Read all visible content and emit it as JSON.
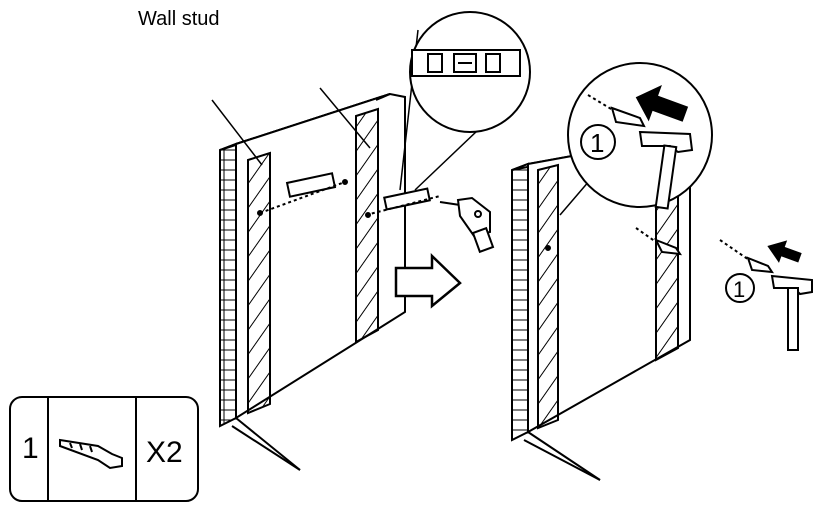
{
  "labels": {
    "wall_stud": "Wall stud"
  },
  "parts": {
    "item_number": "1",
    "quantity": "X2",
    "part_icon": "wall-anchor-icon"
  },
  "steps": {
    "callout_number": "1",
    "side_number": "1"
  },
  "icons": [
    "power-drill-icon",
    "hammer-icon",
    "spirit-level-icon",
    "wall-anchor-icon",
    "arrow-right-icon",
    "arrow-left-icon"
  ],
  "colors": {
    "ink": "#000000",
    "paper": "#ffffff"
  }
}
